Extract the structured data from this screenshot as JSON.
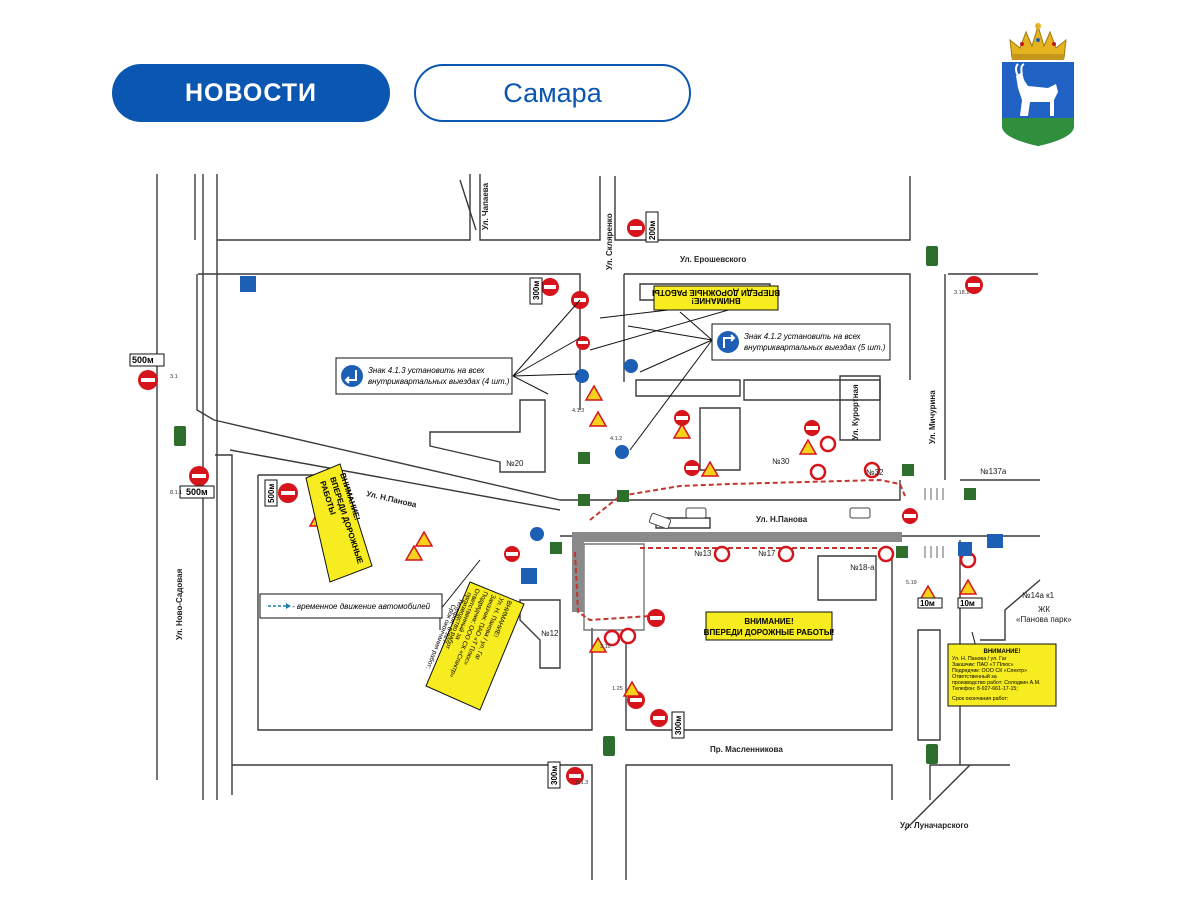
{
  "header": {
    "news_label": "НОВОСТИ",
    "city_label": "Самара"
  },
  "coat_of_arms": {
    "name": "samara-coat-of-arms-icon"
  },
  "colors": {
    "brand_blue": "#0b56b0",
    "warning_yellow": "#f7ec1f",
    "sign_red": "#d6141b",
    "sign_blue": "#1c5fb4",
    "detour_red": "#c3352f"
  },
  "map": {
    "streets": {
      "chapaeva": "Ул. Чапаева",
      "sklyarenko": "Ул. Скляренко",
      "eroshevskogo": "Ул. Ерошевского",
      "kurortnaya": "Ул. Курортная",
      "michurina": "Ул. Мичурина",
      "panova_left": "Ул. Н.Панова",
      "panova_center": "Ул. Н.Панова",
      "novo_sadovaya": "Ул. Ново-Садовая",
      "maslennikova": "Пр. Масленникова",
      "lunacharskogo": "Ул. Луначарского"
    },
    "houses": {
      "h20": "№20",
      "h30": "№30",
      "h32": "№32",
      "h13": "№13",
      "h17": "№17",
      "h18a": "№18-а",
      "h12": "№12",
      "h137a": "№137а",
      "h14k1": "№14а к1",
      "jk": "ЖК",
      "jk_name": "«Панова парк»"
    },
    "callouts": {
      "sign_413": [
        "Знак 4.1.3 установить на всех",
        "внутриквартальных выездах (4 шт.)"
      ],
      "sign_412": [
        "Знак 4.1.2 установить на всех",
        "внутриквартальных выездах (5 шт.)"
      ],
      "legend_label": "- временное движение автомобилей"
    },
    "warning_boards": {
      "top_rotated": [
        "ВНИМАНИЕ!",
        "ВПЕРЕДИ ДОРОЖНЫЕ РАБОТЫ"
      ],
      "left_rotated": [
        "ВНИМАНИЕ!",
        "ВПЕРЕДИ ДОРОЖНЫЕ",
        "РАБОТЫ"
      ],
      "center": [
        "ВНИМАНИЕ!",
        "ВПЕРЕДИ ДОРОЖНЫЕ РАБОТЫ!"
      ],
      "info_rotated": [
        "ВНИМАНИЕ!",
        "Ул. Н. Панова / ул. Гаг",
        "Заказчик: ПАО «Т Плюс»",
        "Подрядчик: ООО СК «Спектр»",
        "Ответственный за",
        "производство работ",
        "Телефон: 8-927-",
        "Срок окончания работ:"
      ],
      "info_right": [
        "ВНИМАНИЕ!",
        "Ул. Н. Панова / ул. Гаг",
        "Заказчик: ПАО «Т Плюс»",
        "Подрядчик: ООО СК «Спектр»",
        "Ответственный за",
        "производство работ: Солодкин А.М.",
        "Телефон: 8-927-661-17-15;",
        "Срок окончания работ:"
      ]
    },
    "distance_plates": [
      "500м",
      "500м",
      "500м",
      "300м",
      "200м",
      "300м",
      "10м",
      "10м",
      "300м"
    ],
    "sign_codes": [
      "3.1",
      "8.1.1",
      "3.10",
      "1.25",
      "3.18.1",
      "5.19",
      "4.1.2",
      "4.1.3",
      "8.1.3"
    ]
  }
}
